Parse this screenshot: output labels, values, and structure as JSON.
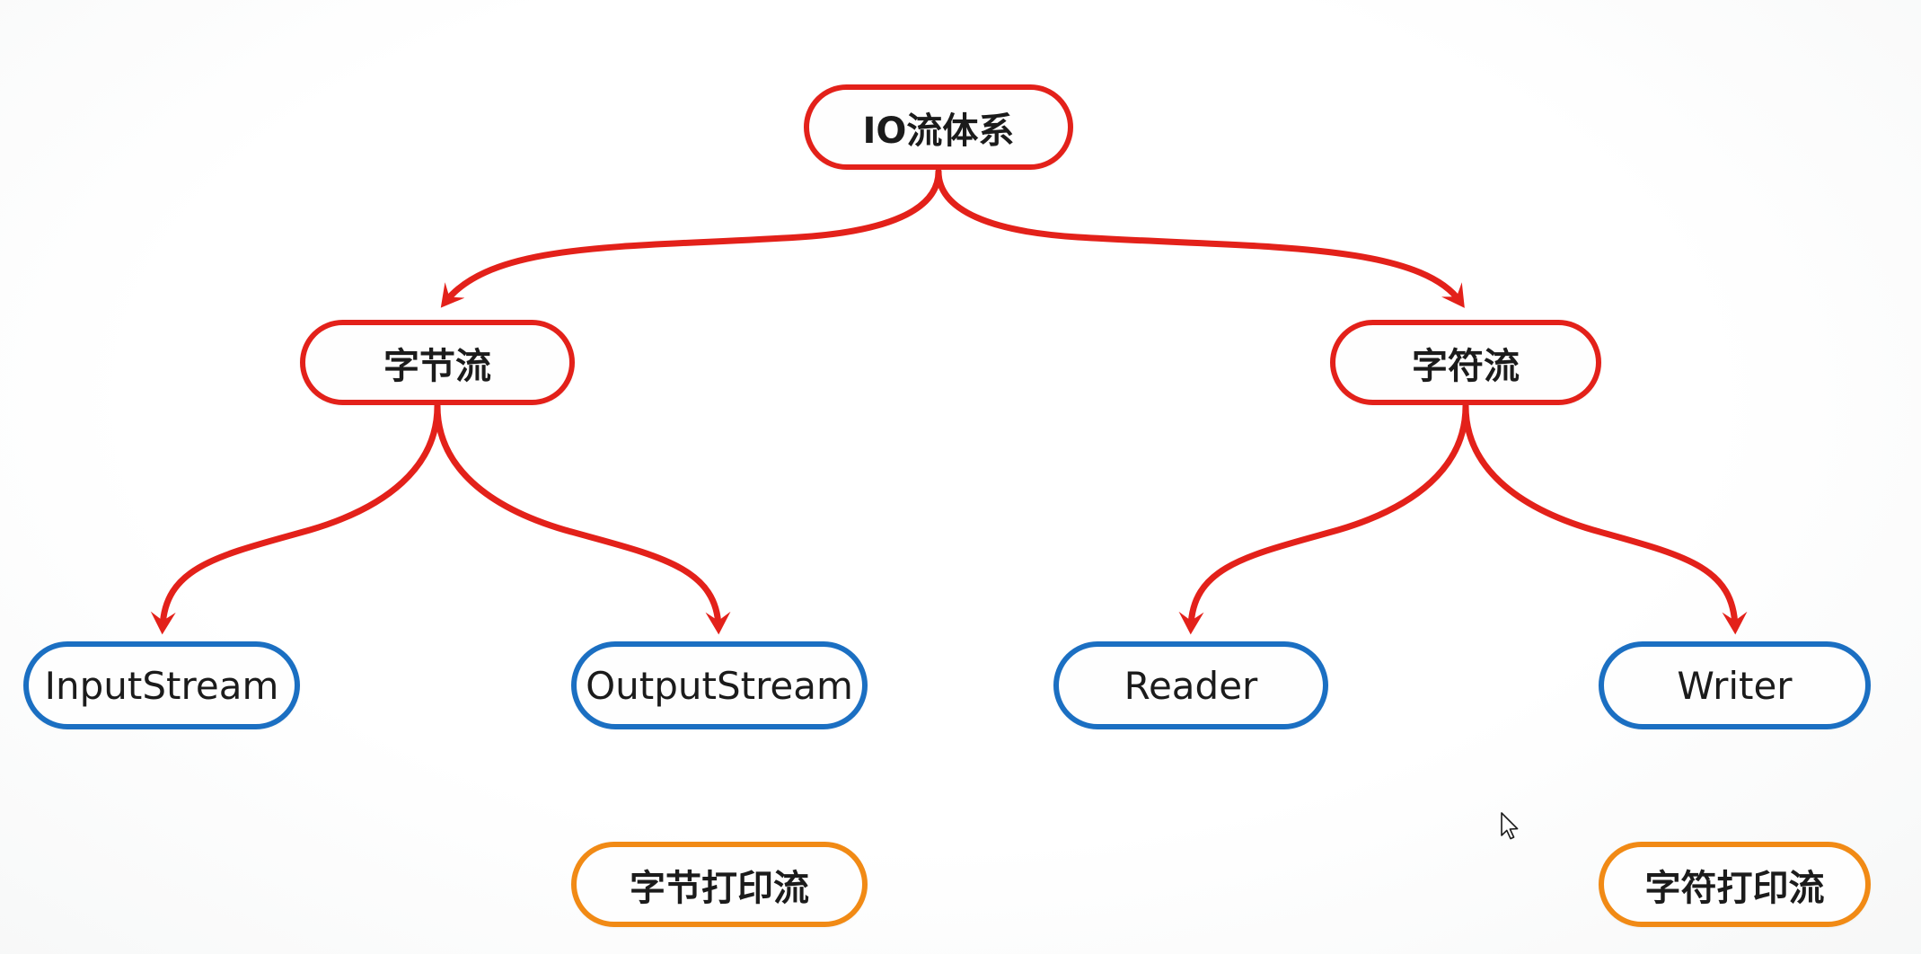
{
  "diagram": {
    "type": "mindmap-tree",
    "nodes": {
      "root": {
        "label": "IO流体系",
        "level": "root",
        "color": "red"
      },
      "byte_stream": {
        "label": "字节流",
        "level": "category",
        "color": "red"
      },
      "char_stream": {
        "label": "字符流",
        "level": "category",
        "color": "red"
      },
      "input_stream": {
        "label": "InputStream",
        "level": "class",
        "color": "blue"
      },
      "output_stream": {
        "label": "OutputStream",
        "level": "class",
        "color": "blue"
      },
      "reader": {
        "label": "Reader",
        "level": "class",
        "color": "blue"
      },
      "writer": {
        "label": "Writer",
        "level": "class",
        "color": "blue"
      },
      "byte_print": {
        "label": "字节打印流",
        "level": "extra",
        "color": "orange"
      },
      "char_print": {
        "label": "字符打印流",
        "level": "extra",
        "color": "orange"
      }
    },
    "edges": [
      {
        "from": "root",
        "to": "byte_stream"
      },
      {
        "from": "root",
        "to": "char_stream"
      },
      {
        "from": "byte_stream",
        "to": "input_stream"
      },
      {
        "from": "byte_stream",
        "to": "output_stream"
      },
      {
        "from": "char_stream",
        "to": "reader"
      },
      {
        "from": "char_stream",
        "to": "writer"
      }
    ],
    "colors": {
      "red": "#e3211a",
      "blue": "#1b6fc2",
      "orange": "#f18a15",
      "text": "#1b1b1b",
      "bg": "#f6f7f7"
    },
    "icons": {
      "cursor": "mouse-pointer-icon"
    }
  }
}
